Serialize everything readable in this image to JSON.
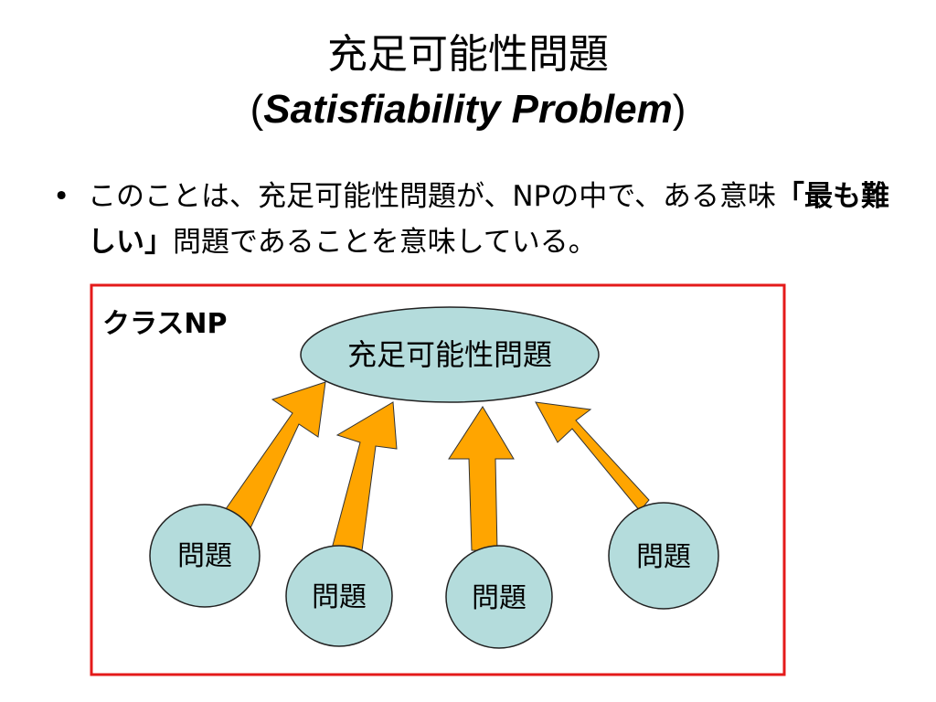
{
  "slide": {
    "title_line1": "充足可能性問題",
    "title_open_paren": "(",
    "title_english": "Satisfiability Problem",
    "title_close_paren": ")",
    "bullet_marker": "•",
    "bullet_part1": "このことは、充足可能性問題が、NPの中で、ある意味",
    "bullet_emph": "「最も難しい」",
    "bullet_part2": "問題であることを意味している。"
  },
  "diagram": {
    "box_label": "クラスNP",
    "center_label": "充足可能性問題",
    "problem_labels": [
      "問題",
      "問題",
      "問題",
      "問題"
    ],
    "colors": {
      "box_border": "#e41a1a",
      "node_fill": "#b4dcdc",
      "node_stroke": "#222222",
      "arrow_fill": "#ffa500",
      "arrow_stroke": "#333333"
    }
  }
}
